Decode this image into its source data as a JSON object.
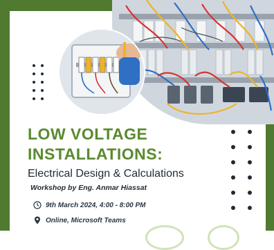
{
  "title_line1": "LOW VOLTAGE",
  "title_line2": "INSTALLATIONS:",
  "subtitle": "Electrical Design & Calculations",
  "byline": "Workshop by Eng. Anmar Hiassat",
  "date_time": "9th March 2024, 4:00 - 8:00 PM",
  "location": "Online, Microsoft Teams",
  "colors": {
    "brand_green": "#4f7a2f",
    "title_green": "#5a8a2e",
    "text_dark": "#1e2a36"
  },
  "icons": [
    "clock-icon",
    "location-pin-icon"
  ]
}
